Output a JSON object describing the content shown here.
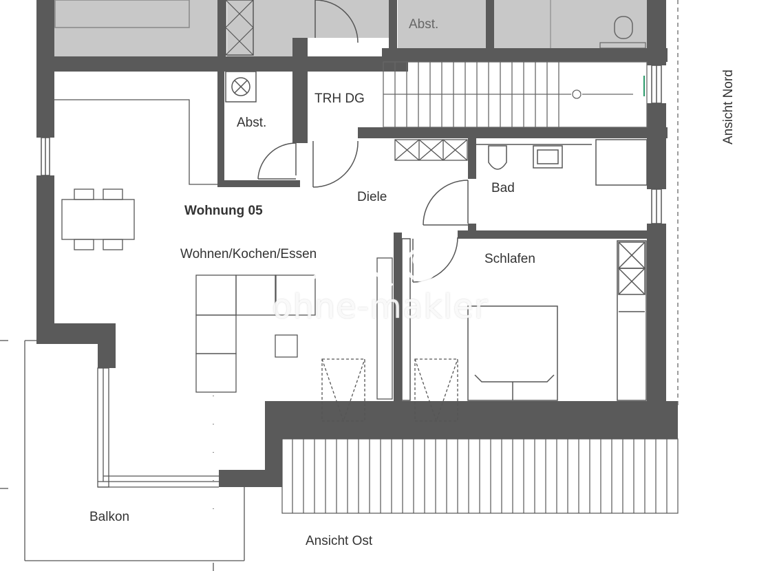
{
  "rooms": {
    "abst_top": "Abst.",
    "trh": "TRH DG",
    "abst": "Abst.",
    "wohnung": "Wohnung 05",
    "diele": "Diele",
    "bad": "Bad",
    "wohnen": "Wohnen/Kochen/Essen",
    "schlafen": "Schlafen",
    "balkon": "Balkon"
  },
  "views": {
    "nord": "Ansicht Nord",
    "ost": "Ansicht Ost"
  },
  "watermark": "ohne-makler",
  "colors": {
    "wall": "#5a5a5a",
    "neighbor_fill": "#c8c8c8",
    "line": "#555555"
  }
}
